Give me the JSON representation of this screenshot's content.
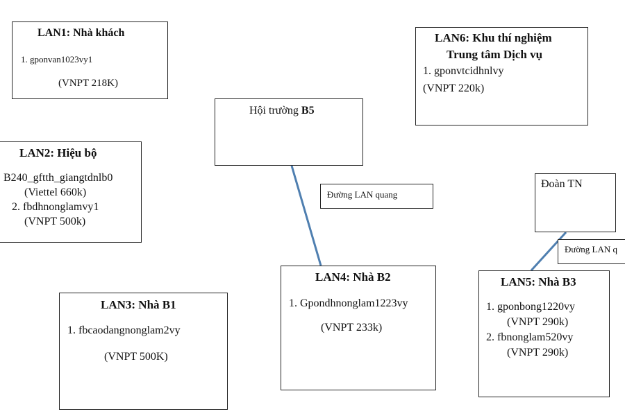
{
  "lan1": {
    "title": "LAN1: Nhà khách",
    "items": [
      "1. gponvan1023vy1",
      "(VNPT 218K)"
    ]
  },
  "lan2": {
    "title": "LAN2: Hiệu bộ",
    "items": [
      "B240_gftth_giangtdnlb0",
      "(Viettel 660k)",
      "2. fbdhnonglamvy1",
      "(VNPT 500k)"
    ]
  },
  "lan3": {
    "title": "LAN3: Nhà B1",
    "items": [
      "1. fbcaodangnonglam2vy",
      "(VNPT 500K)"
    ]
  },
  "hoitruong": {
    "label": "Hội trường ",
    "label_bold": "B5"
  },
  "fiber_label": "Đường LAN quang",
  "lan4": {
    "title": "LAN4: Nhà B2",
    "items": [
      "1. Gpondhnonglam1223vy",
      "(VNPT 233k)"
    ]
  },
  "lan6": {
    "title_line1": "LAN6: Khu thí nghiệm",
    "title_line2": "Trung tâm Dịch vụ",
    "items": [
      "1. gponvtcidhnlvy",
      "(VNPT 220k)"
    ]
  },
  "doantn": {
    "label": "Đoàn TN"
  },
  "fiber_label_2": "Đường LAN q",
  "lan5": {
    "title": "LAN5: Nhà B3",
    "items": [
      "1. gponbong1220vy",
      "(VNPT 290k)",
      "2. fbnonglam520vy",
      "(VNPT 290k)"
    ]
  },
  "colors": {
    "link": "#4f7fb0",
    "border": "#222222"
  }
}
